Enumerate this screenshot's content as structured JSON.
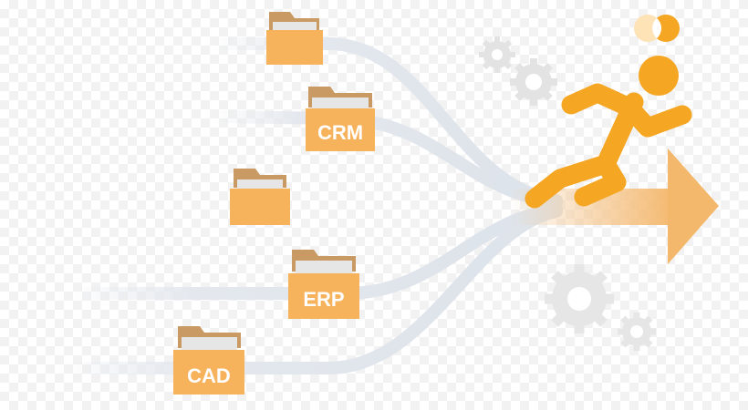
{
  "colors": {
    "accent": "#f5a623",
    "folder_body": "#f7b25c",
    "folder_tab": "#c99a63",
    "paper": "#e6e6e6",
    "stream": "#e4e8ee",
    "gear": "#e3e3e3"
  },
  "folders": [
    {
      "label": ""
    },
    {
      "label": "CRM"
    },
    {
      "label": ""
    },
    {
      "label": "ERP"
    },
    {
      "label": "CAD"
    }
  ],
  "icons": [
    "folder-icon",
    "gear-icon",
    "running-person-icon",
    "overlapping-circles-icon",
    "arrow-right-icon"
  ]
}
